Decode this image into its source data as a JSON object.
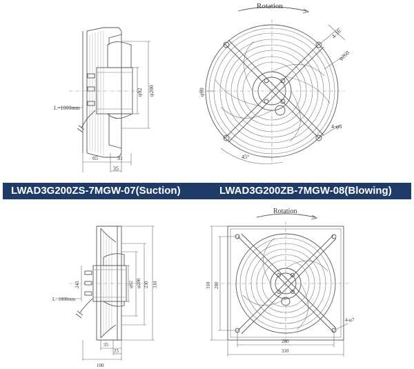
{
  "top": {
    "rotation": "Rotation",
    "cable": "L=1000mm",
    "d92": "φ92",
    "d200": "φ200",
    "d65": "65",
    "d31": "31",
    "d35": "35",
    "d45deg": "45°",
    "phi4_16": "4-16",
    "phi260": "φ260",
    "phi4_8": "4-φ8",
    "phi90": "φ90"
  },
  "band": {
    "left": "LWAD3G200ZS-7MGW-07(Suction)",
    "right": "LWAD3G200ZB-7MGW-08(Blowing)"
  },
  "bottom": {
    "rotation": "Rotation",
    "cable": "L=1000mm",
    "d243": "243",
    "d92": "φ92",
    "d200": "φ200",
    "d230": "230",
    "d310v": "310",
    "d35": "35",
    "d25": "25",
    "d100": "100",
    "s310": "310",
    "s280": "280",
    "b280": "280",
    "b310": "310",
    "phi4_7": "4-φ7"
  }
}
